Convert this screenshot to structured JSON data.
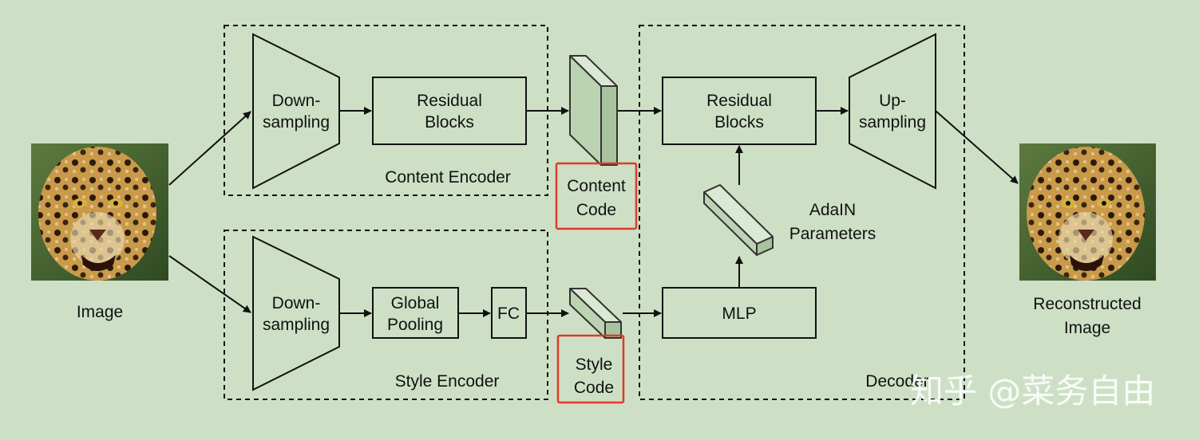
{
  "colors": {
    "background": "#cde0c5",
    "cube": "#bcd3b2",
    "highlight": "#e03a2a",
    "stroke": "#111111"
  },
  "input_image": {
    "icon": "jaguar-photo",
    "label": "Image"
  },
  "output_image": {
    "icon": "jaguar-photo",
    "label_line1": "Reconstructed",
    "label_line2": "Image"
  },
  "content_encoder": {
    "label": "Content Encoder",
    "downsampling": {
      "line1": "Down-",
      "line2": "sampling"
    },
    "residual": {
      "line1": "Residual",
      "line2": "Blocks"
    }
  },
  "style_encoder": {
    "label": "Style Encoder",
    "downsampling": {
      "line1": "Down-",
      "line2": "sampling"
    },
    "pooling": {
      "line1": "Global",
      "line2": "Pooling"
    },
    "fc": "FC"
  },
  "content_code": {
    "line1": "Content",
    "line2": "Code"
  },
  "style_code": {
    "line1": "Style",
    "line2": "Code"
  },
  "decoder": {
    "label": "Decoder",
    "residual": {
      "line1": "Residual",
      "line2": "Blocks"
    },
    "upsampling": {
      "line1": "Up-",
      "line2": "sampling"
    },
    "mlp": "MLP",
    "adain": {
      "line1": "AdaIN",
      "line2": "Parameters"
    }
  },
  "watermark": "知乎 @菜务自由"
}
